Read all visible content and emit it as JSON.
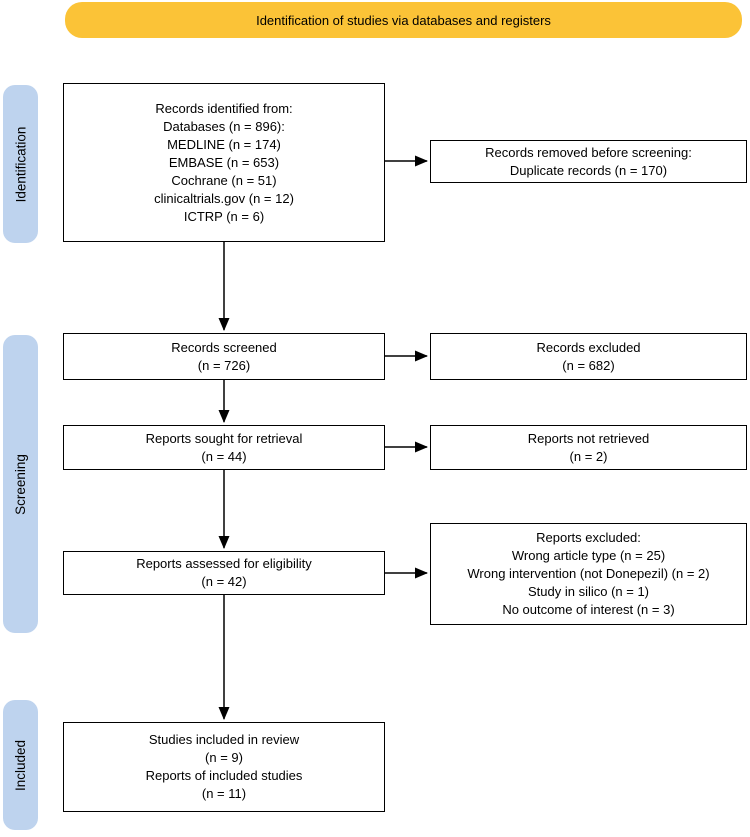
{
  "banner": {
    "label": "Identification of studies via databases and registers",
    "bg": "#FBC337"
  },
  "side_labels": [
    {
      "id": "identification",
      "label": "Identification"
    },
    {
      "id": "screening",
      "label": "Screening"
    },
    {
      "id": "included",
      "label": "Included"
    }
  ],
  "colors": {
    "banner_bg": "#FBC337",
    "side_label_bg": "#BED3EE",
    "box_border": "#000000",
    "box_bg": "#FFFFFF",
    "arrow": "#000000",
    "text": "#000000"
  },
  "boxes": {
    "identified": {
      "lines": [
        "Records identified from:",
        "Databases (n = 896):",
        "MEDLINE (n = 174)",
        "EMBASE (n = 653)",
        "Cochrane (n = 51)",
        "clinicaltrials.gov (n = 12)",
        "ICTRP (n = 6)"
      ]
    },
    "removed": {
      "lines": [
        "Records removed before screening:",
        "Duplicate records (n = 170)"
      ]
    },
    "screened": {
      "lines": [
        "Records screened",
        "(n = 726)"
      ]
    },
    "excluded": {
      "lines": [
        "Records excluded",
        "(n = 682)"
      ]
    },
    "sought": {
      "lines": [
        "Reports sought for retrieval",
        "(n = 44)"
      ]
    },
    "not_retrieved": {
      "lines": [
        "Reports not retrieved",
        "(n = 2)"
      ]
    },
    "assessed": {
      "lines": [
        "Reports assessed for eligibility",
        "(n = 42)"
      ]
    },
    "reports_excluded": {
      "lines": [
        "Reports excluded:",
        "Wrong article type (n = 25)",
        "Wrong intervention (not Donepezil) (n = 2)",
        "Study in silico (n = 1)",
        "No outcome of interest (n = 3)"
      ]
    },
    "included_studies": {
      "lines": [
        "Studies included in review",
        "(n = 9)",
        "Reports of included studies",
        "(n = 11)"
      ]
    }
  }
}
